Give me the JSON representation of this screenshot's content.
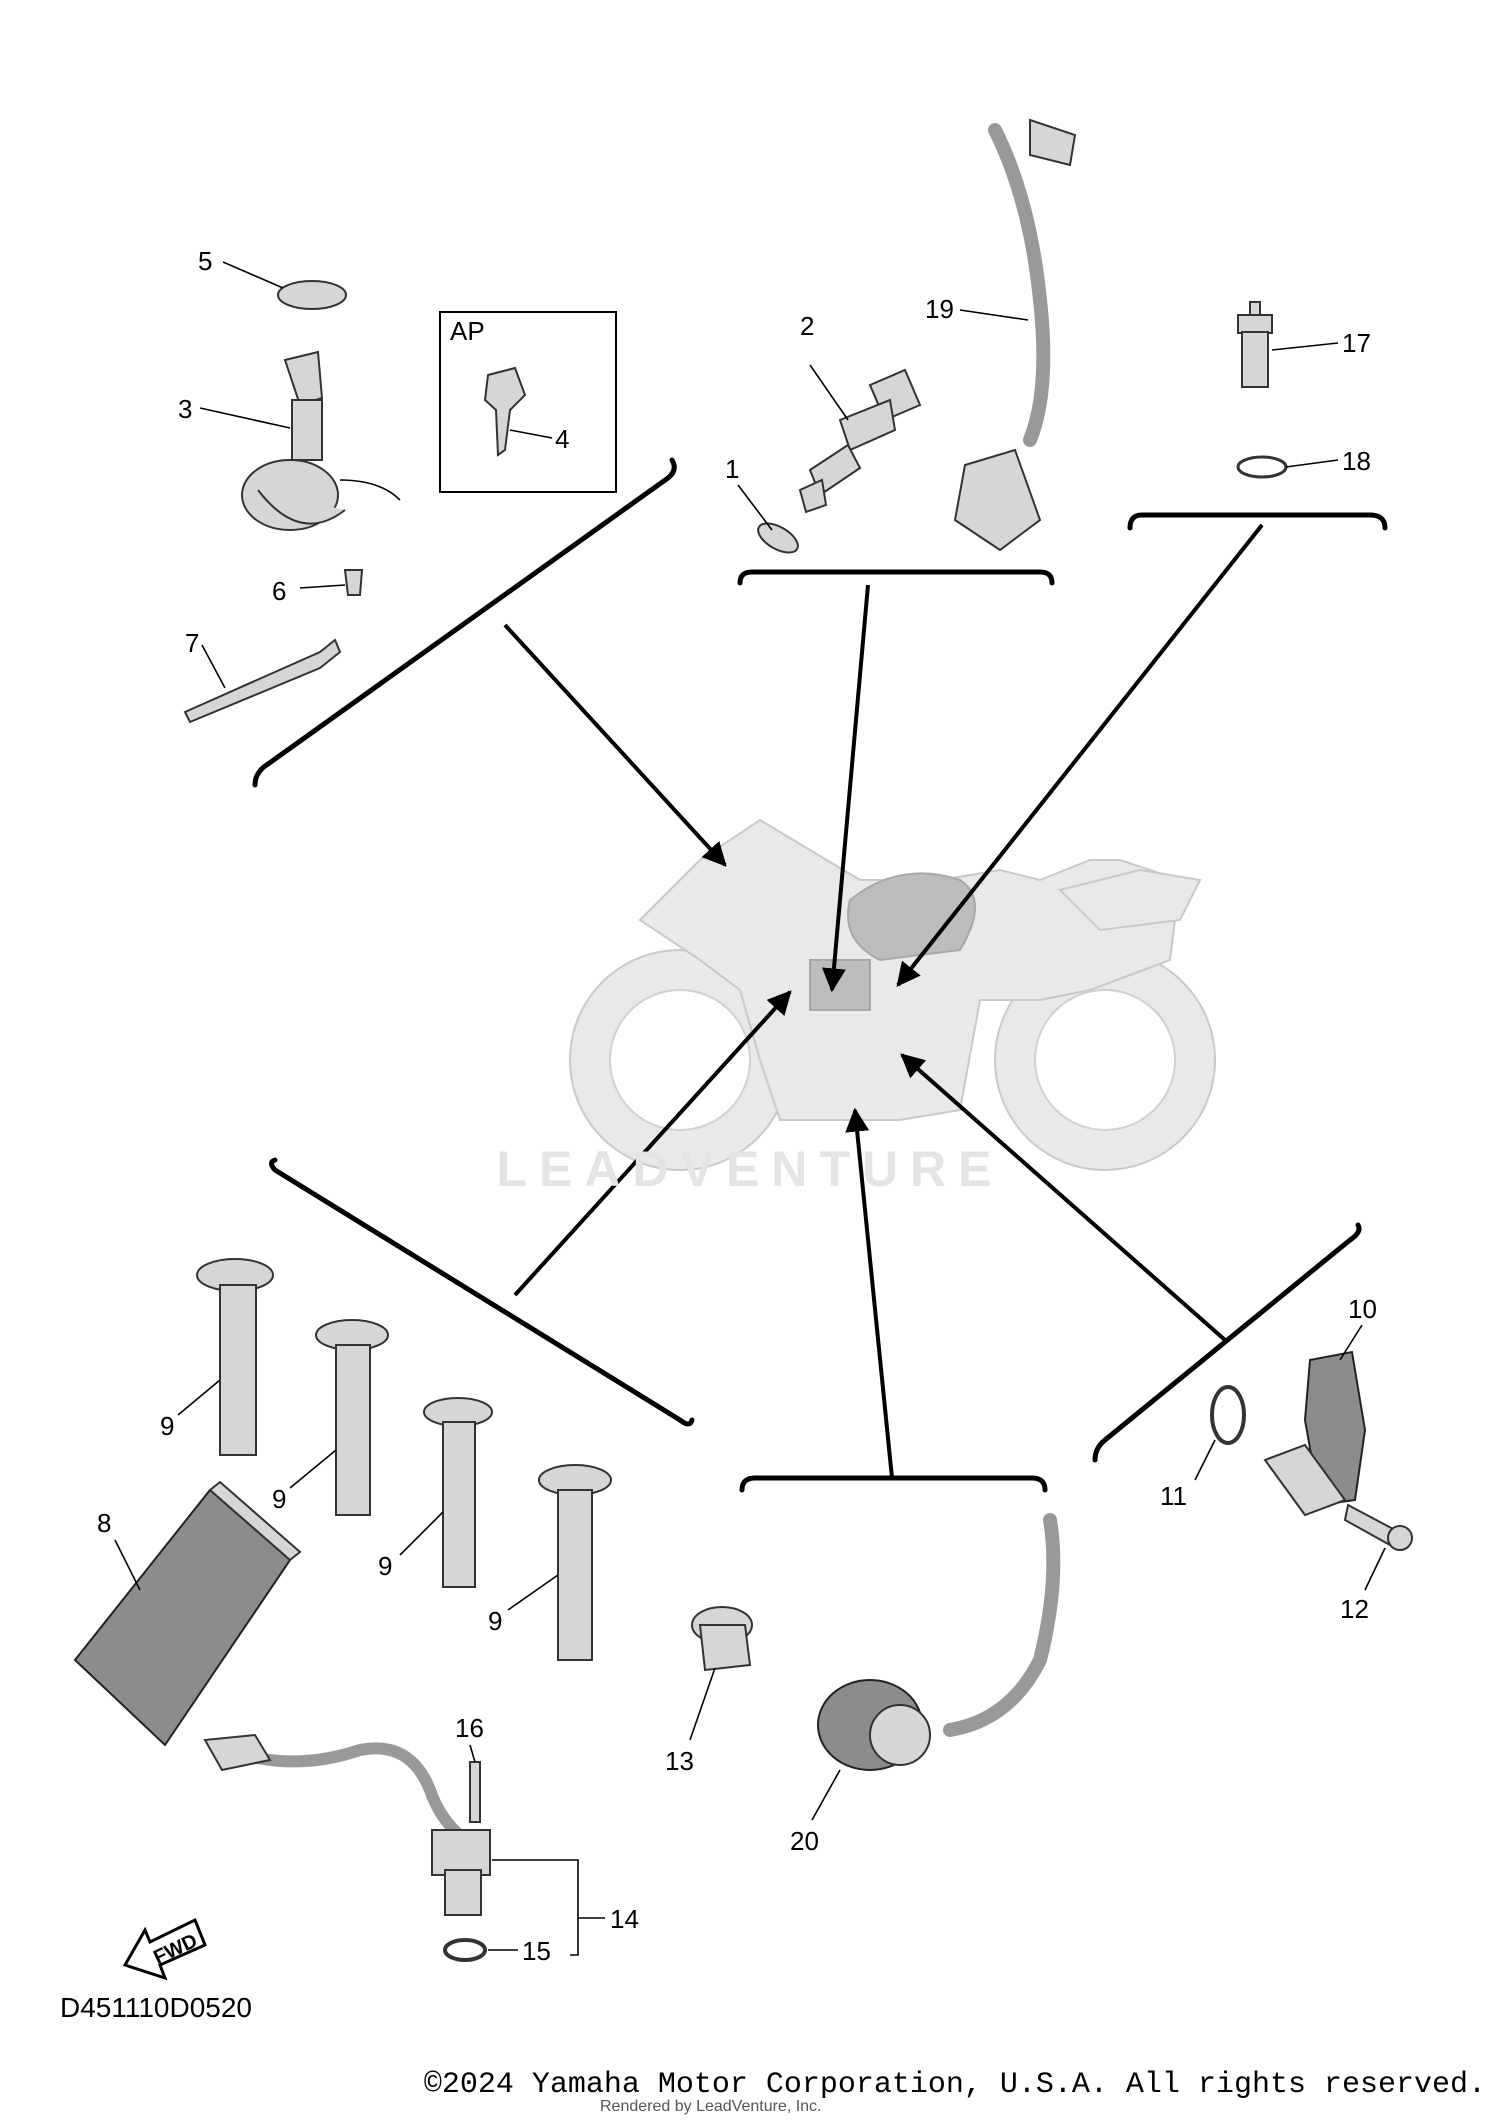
{
  "callouts": [
    {
      "id": "1",
      "label": "1"
    },
    {
      "id": "2",
      "label": "2"
    },
    {
      "id": "3",
      "label": "3"
    },
    {
      "id": "4",
      "label": "4"
    },
    {
      "id": "5",
      "label": "5"
    },
    {
      "id": "6",
      "label": "6"
    },
    {
      "id": "7",
      "label": "7"
    },
    {
      "id": "8",
      "label": "8"
    },
    {
      "id": "9a",
      "label": "9"
    },
    {
      "id": "9b",
      "label": "9"
    },
    {
      "id": "9c",
      "label": "9"
    },
    {
      "id": "9d",
      "label": "9"
    },
    {
      "id": "10",
      "label": "10"
    },
    {
      "id": "11",
      "label": "11"
    },
    {
      "id": "12",
      "label": "12"
    },
    {
      "id": "13",
      "label": "13"
    },
    {
      "id": "14",
      "label": "14"
    },
    {
      "id": "15",
      "label": "15"
    },
    {
      "id": "16",
      "label": "16"
    },
    {
      "id": "17",
      "label": "17"
    },
    {
      "id": "18",
      "label": "18"
    },
    {
      "id": "19",
      "label": "19"
    },
    {
      "id": "20",
      "label": "20"
    }
  ],
  "ap_box_label": "AP",
  "fwd_label": "FWD",
  "watermark": "LEADVENTURE",
  "diagram_code": "D451110D0520",
  "copyright": "©2024 Yamaha Motor Corporation, U.S.A. All rights reserved.",
  "rendered_by": "Rendered by LeadVenture, Inc."
}
